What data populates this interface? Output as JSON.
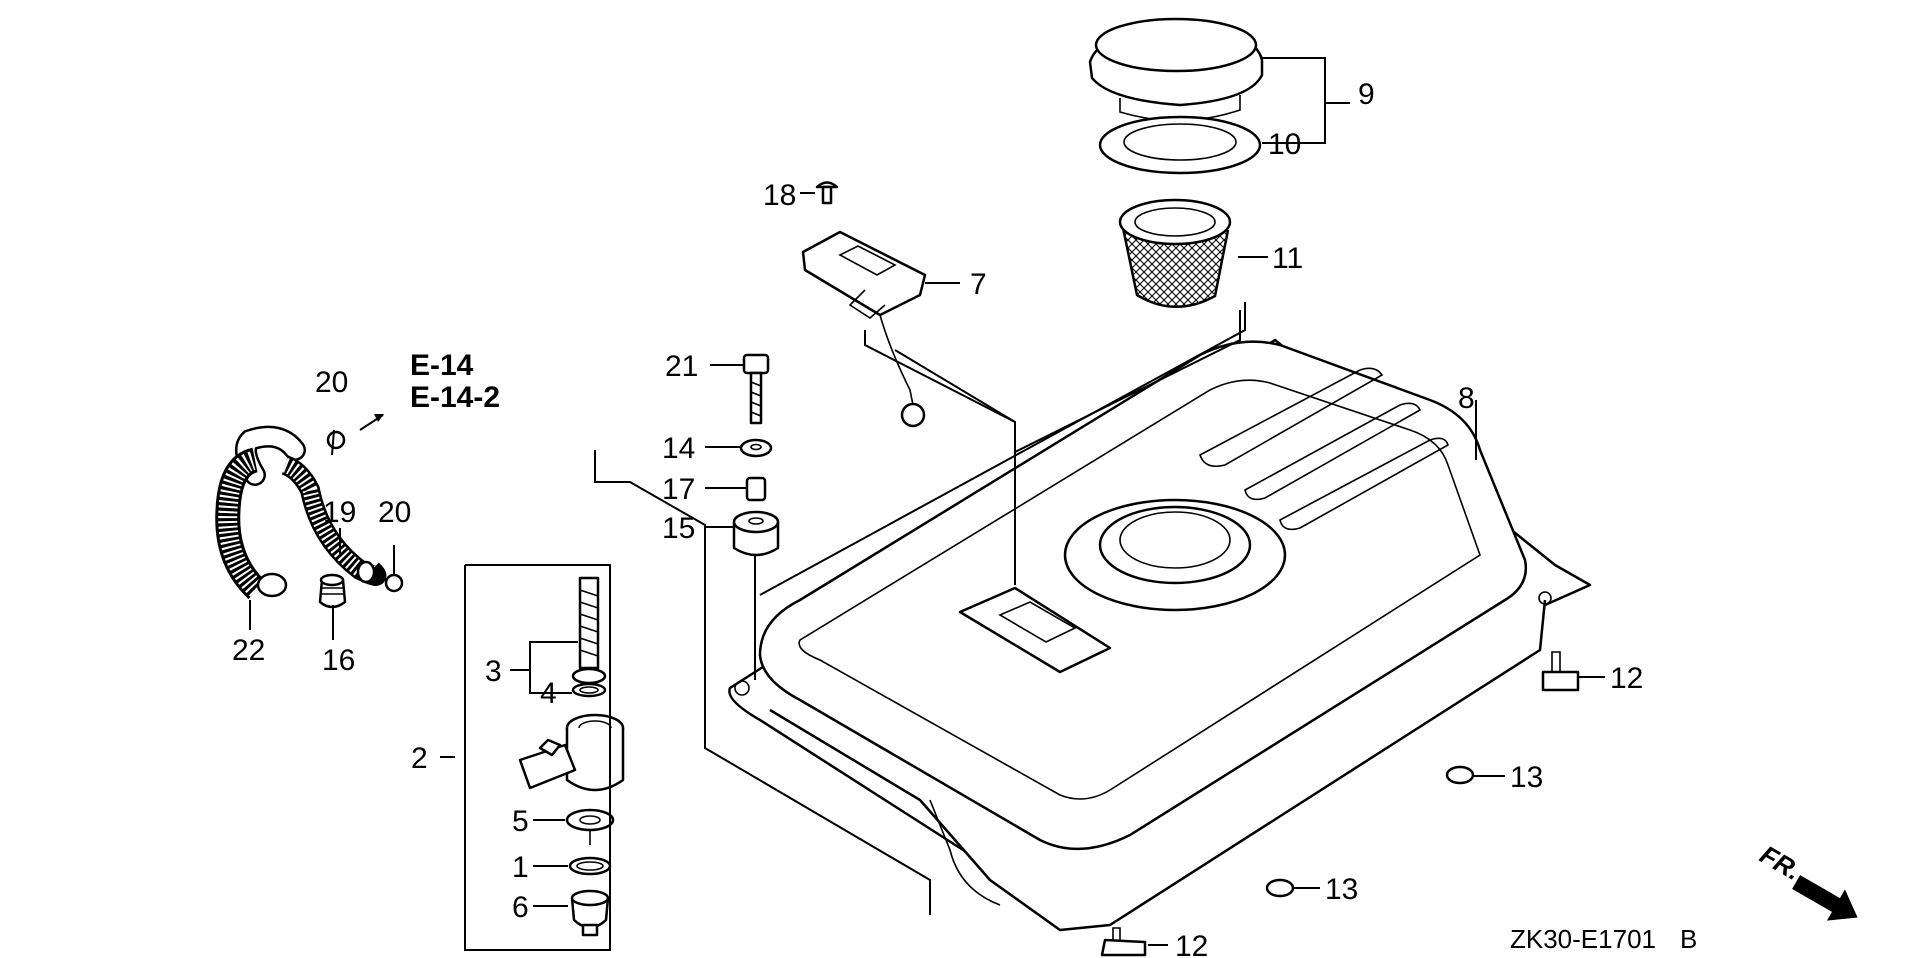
{
  "callouts": {
    "c1": "1",
    "c2": "2",
    "c3": "3",
    "c4": "4",
    "c5": "5",
    "c6": "6",
    "c7": "7",
    "c8": "8",
    "c9": "9",
    "c10": "10",
    "c11": "11",
    "c12a": "12",
    "c12b": "12",
    "c13a": "13",
    "c13b": "13",
    "c14": "14",
    "c15": "15",
    "c16": "16",
    "c17": "17",
    "c18": "18",
    "c19": "19",
    "c20a": "20",
    "c20b": "20",
    "c21": "21",
    "c22": "22"
  },
  "references": {
    "ref1": "E-14",
    "ref2": "E-14-2"
  },
  "diagram_code": "ZK30-E1701",
  "revision": "B",
  "front_marker": "FR."
}
